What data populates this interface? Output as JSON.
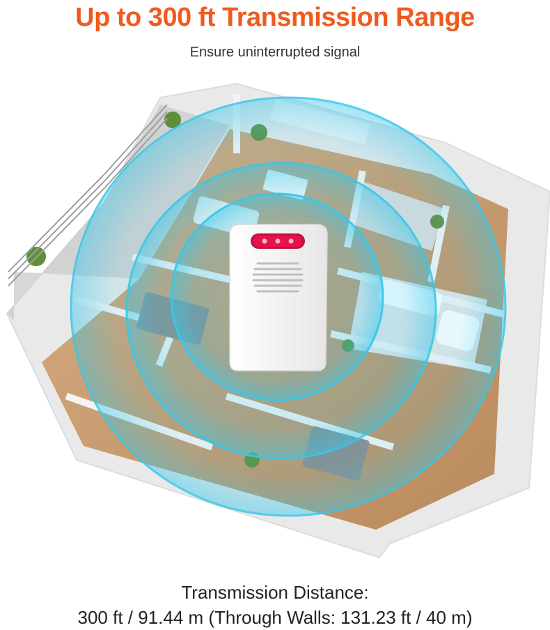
{
  "header": {
    "title": "Up to 300 ft Transmission Range",
    "subtitle": "Ensure uninterrupted signal"
  },
  "footer": {
    "line1": "Transmission Distance:",
    "line2": "300 ft / 91.44 m (Through Walls: 131.23 ft / 40 m)"
  },
  "colors": {
    "accent": "#f05a1e",
    "wave": "#38c7ea",
    "floor": "#c79a6e",
    "wall": "#f2f2f2",
    "device": "#f7f7f7",
    "led": "#e5134a"
  },
  "icons": {
    "device": "wireless-receiver-icon",
    "signal": "signal-wave-icon"
  }
}
